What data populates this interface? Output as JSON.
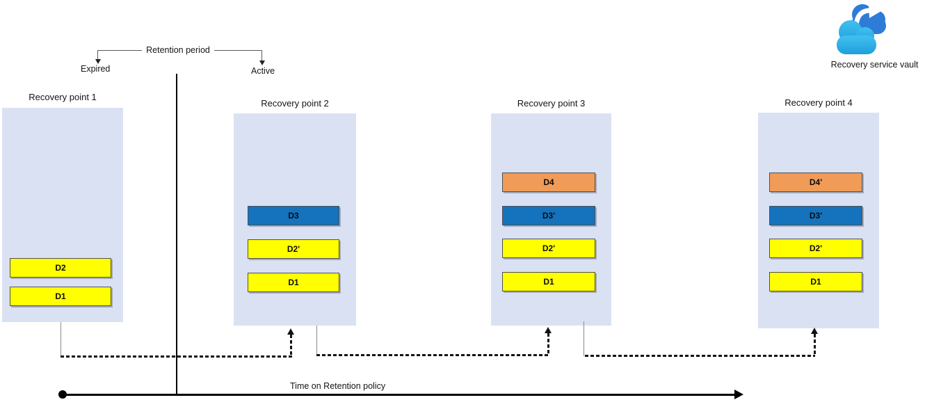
{
  "retention": {
    "label": "Retention period",
    "expired_label": "Expired",
    "active_label": "Active"
  },
  "recovery_points": [
    {
      "title": "Recovery point 1",
      "blocks": [
        {
          "label": "D2",
          "color": "yellow"
        },
        {
          "label": "D1",
          "color": "yellow"
        }
      ]
    },
    {
      "title": "Recovery point 2",
      "blocks": [
        {
          "label": "D3",
          "color": "blue"
        },
        {
          "label": "D2'",
          "color": "yellow"
        },
        {
          "label": "D1",
          "color": "yellow"
        }
      ]
    },
    {
      "title": "Recovery point 3",
      "blocks": [
        {
          "label": "D4",
          "color": "orange"
        },
        {
          "label": "D3'",
          "color": "blue"
        },
        {
          "label": "D2'",
          "color": "yellow"
        },
        {
          "label": "D1",
          "color": "yellow"
        }
      ]
    },
    {
      "title": "Recovery point 4",
      "blocks": [
        {
          "label": "D4'",
          "color": "orange"
        },
        {
          "label": "D3'",
          "color": "blue"
        },
        {
          "label": "D2'",
          "color": "yellow"
        },
        {
          "label": "D1",
          "color": "yellow"
        }
      ]
    }
  ],
  "timeline": {
    "label": "Time on Retention policy"
  },
  "vault": {
    "label": "Recovery service vault"
  },
  "icons": {
    "vault": "cloud-sync-icon"
  },
  "colors": {
    "panel_fill": "#dae1f3",
    "block_yellow": "#ffff00",
    "block_blue": "#1572bc",
    "block_orange": "#f09b57",
    "cloud_back_blue": "#2f7bd8",
    "cloud_front_cyan_top": "#41c0ef",
    "cloud_front_cyan_bottom": "#1f9fdd",
    "line_black": "#000000",
    "line_gray": "#5a5a5a"
  }
}
